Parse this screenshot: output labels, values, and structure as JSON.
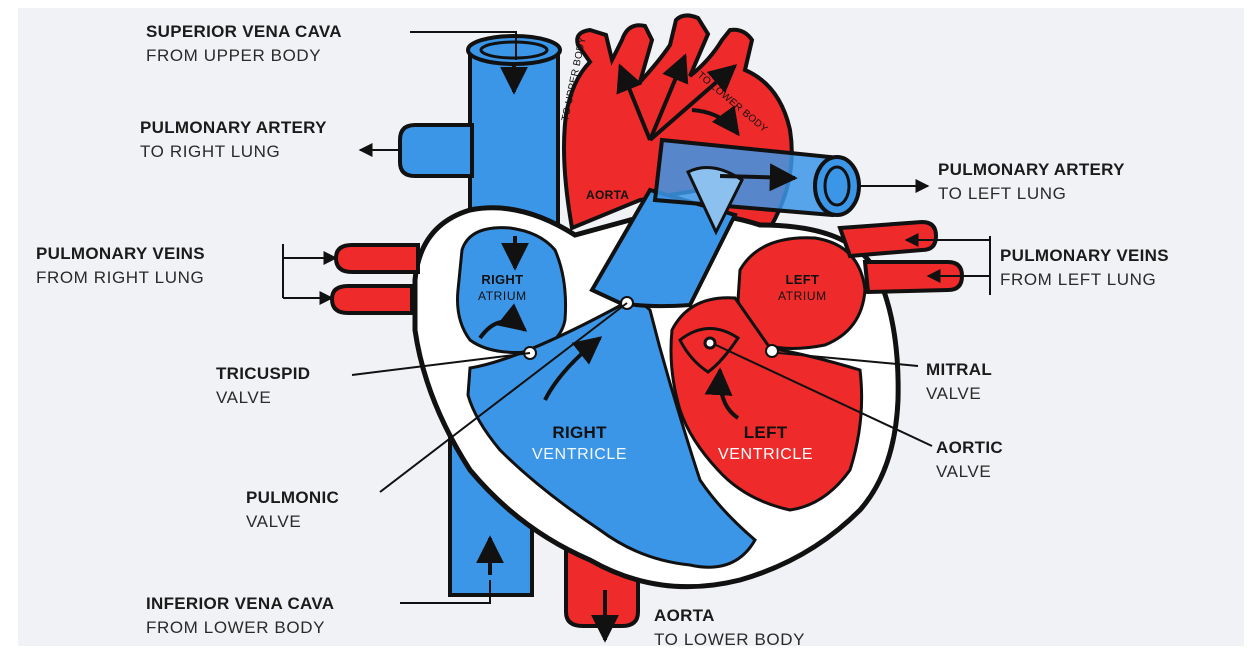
{
  "colors": {
    "vein_blue": "#3c96e8",
    "artery_red": "#ee2a2a",
    "outline": "#111111",
    "background": "#f1f2f5"
  },
  "labels": {
    "svc": {
      "bold": "SUPERIOR VENA CAVA",
      "regular": "FROM UPPER BODY"
    },
    "pa_right": {
      "bold": "PULMONARY ARTERY",
      "regular": "TO RIGHT LUNG"
    },
    "pv_right": {
      "bold": "PULMONARY VEINS",
      "regular": "FROM RIGHT LUNG"
    },
    "tricuspid": {
      "bold": "TRICUSPID",
      "regular": "VALVE"
    },
    "pulmonic": {
      "bold": "PULMONIC",
      "regular": "VALVE"
    },
    "ivc": {
      "bold": "INFERIOR VENA CAVA",
      "regular": "FROM LOWER BODY"
    },
    "aorta_lower": {
      "bold": "AORTA",
      "regular": "TO LOWER BODY"
    },
    "pa_left": {
      "bold": "PULMONARY ARTERY",
      "regular": "TO LEFT LUNG"
    },
    "pv_left": {
      "bold": "PULMONARY VEINS",
      "regular": "FROM LEFT LUNG"
    },
    "mitral": {
      "bold": "MITRAL",
      "regular": "VALVE"
    },
    "aortic": {
      "bold": "AORTIC",
      "regular": "VALVE"
    }
  },
  "internal": {
    "aorta": "AORTA",
    "to_upper_body": "TO UPPER BODY",
    "to_lower_body": "TO LOWER BODY",
    "right_atrium": [
      "RIGHT",
      "ATRIUM"
    ],
    "left_atrium": [
      "LEFT",
      "ATRIUM"
    ],
    "right_ventricle": [
      "RIGHT",
      "VENTRICLE"
    ],
    "left_ventricle": [
      "LEFT",
      "VENTRICLE"
    ]
  }
}
